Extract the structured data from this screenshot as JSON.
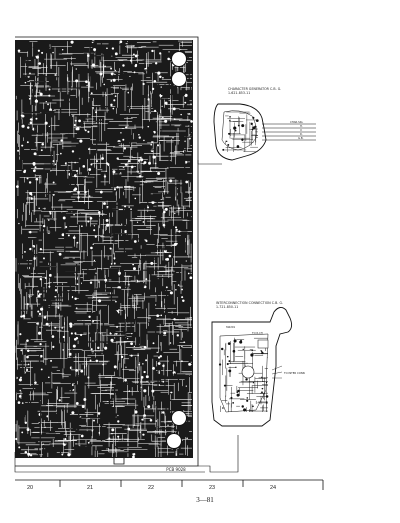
{
  "main_board": {
    "pcb_code": "PCB 9028"
  },
  "character_generator_board": {
    "caption_line1": "CHARACTER GENERATOR C.B. G.",
    "caption_line2": "1-621-853-11",
    "pin_labels": [
      "CHAR.SIG.",
      "H.",
      "V.",
      "R.",
      "G.B."
    ]
  },
  "interconnection_board": {
    "caption_line1": "INTERCONNECTION CONNECTION C.B. G.",
    "caption_line2": "1-721-850-11",
    "part_labels": [
      "SW201",
      "TO R.CH",
      "TO INTER CONN"
    ]
  },
  "grid_scale": {
    "columns": [
      "20",
      "21",
      "22",
      "23",
      "24"
    ]
  },
  "page": {
    "number": "3—81"
  },
  "colors": {
    "ink": "#111111",
    "paper": "#ffffff"
  }
}
